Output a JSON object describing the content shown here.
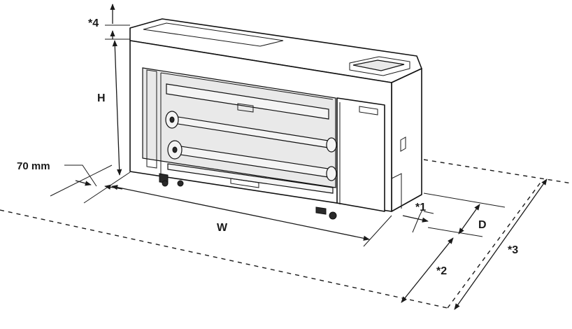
{
  "labels": {
    "h": "H",
    "w": "W",
    "d": "D",
    "gap_70": "70 mm",
    "note_1": "*1",
    "note_2": "*2",
    "note_3": "*3",
    "note_4": "*4"
  },
  "colors": {
    "line": "#1a1a1a",
    "panel_shade": "#e9e9e9",
    "background": "#ffffff"
  }
}
